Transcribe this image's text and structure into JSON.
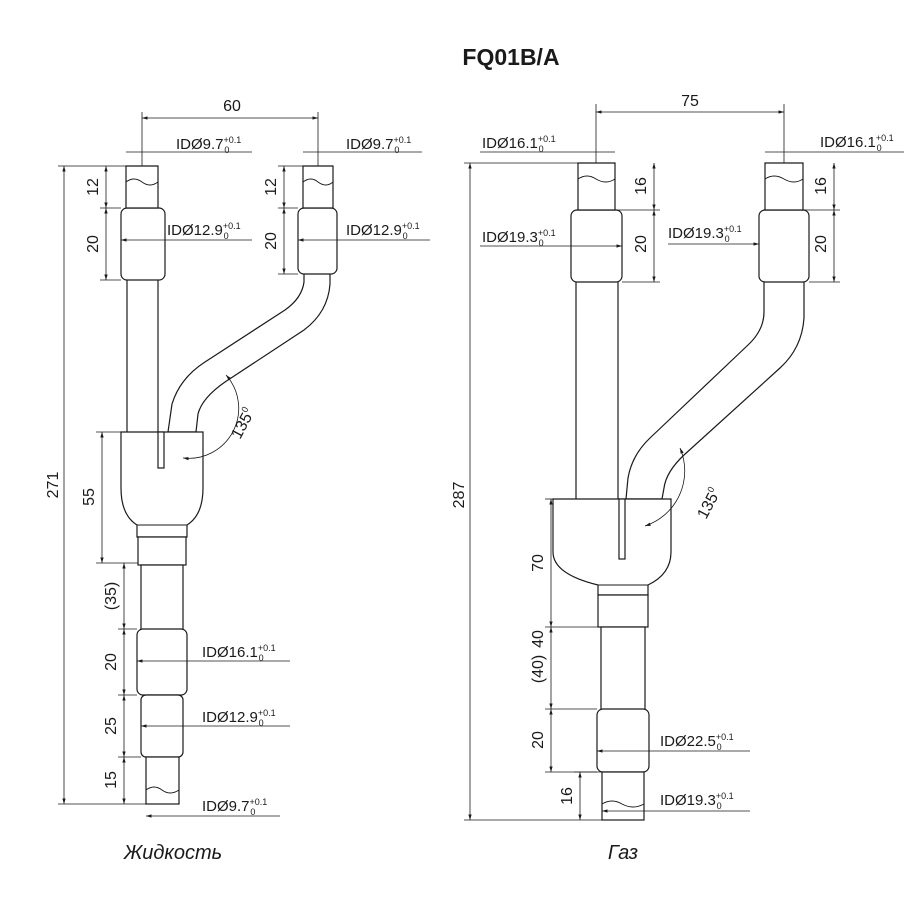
{
  "title": "FQ01B/A",
  "liquid": {
    "caption": "Жидкость",
    "spacing": "60",
    "total_length": "271",
    "angle": "135",
    "angle_unit": "0",
    "branch_top_left": {
      "len_a": "12",
      "len_b": "20",
      "id_a": "IDØ9.7",
      "id_b": "IDØ12.9"
    },
    "branch_top_right": {
      "len_a": "12",
      "len_b": "20",
      "id_a": "IDØ9.7",
      "id_b": "IDØ12.9"
    },
    "body_len": "55",
    "lower": [
      {
        "len": "(35)",
        "id": ""
      },
      {
        "len": "20",
        "id": "IDØ16.1"
      },
      {
        "len": "25",
        "id": "IDØ12.9"
      },
      {
        "len": "15",
        "id": "IDØ9.7"
      }
    ]
  },
  "gas": {
    "caption": "Газ",
    "spacing": "75",
    "total_length": "287",
    "angle": "135",
    "angle_unit": "0",
    "branch_top_left": {
      "len_a": "16",
      "len_b": "20",
      "id_a": "IDØ16.1",
      "id_b": "IDØ19.3"
    },
    "branch_top_right": {
      "len_a": "16",
      "len_b": "20",
      "id_a": "IDØ16.1",
      "id_b": "IDØ19.3"
    },
    "body_len": "70",
    "lower": [
      {
        "len": "40",
        "id": ""
      },
      {
        "len": "(40)",
        "id": ""
      },
      {
        "len": "20",
        "id": "IDØ22.5"
      },
      {
        "len": "16",
        "id": "IDØ19.3"
      }
    ]
  },
  "tolerance": {
    "upper": "+0.1",
    "lower": "0"
  }
}
